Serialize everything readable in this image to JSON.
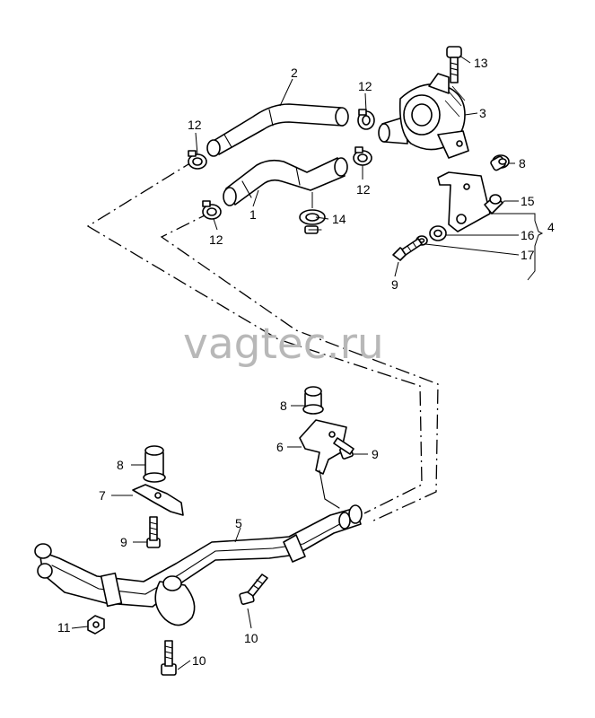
{
  "watermark": "vagtec.ru",
  "callouts": {
    "c2": "2",
    "c12a": "12",
    "c13": "13",
    "c3": "3",
    "c12b": "12",
    "c8a": "8",
    "c12c": "12",
    "c15": "15",
    "c4": "4",
    "c1": "1",
    "c14": "14",
    "c12d": "12",
    "c16": "16",
    "c17": "17",
    "c9a": "9",
    "c8b": "8",
    "c6": "6",
    "c9b": "9",
    "c8c": "8",
    "c7": "7",
    "c5": "5",
    "c9c": "9",
    "c11": "11",
    "c10a": "10",
    "c10b": "10"
  }
}
